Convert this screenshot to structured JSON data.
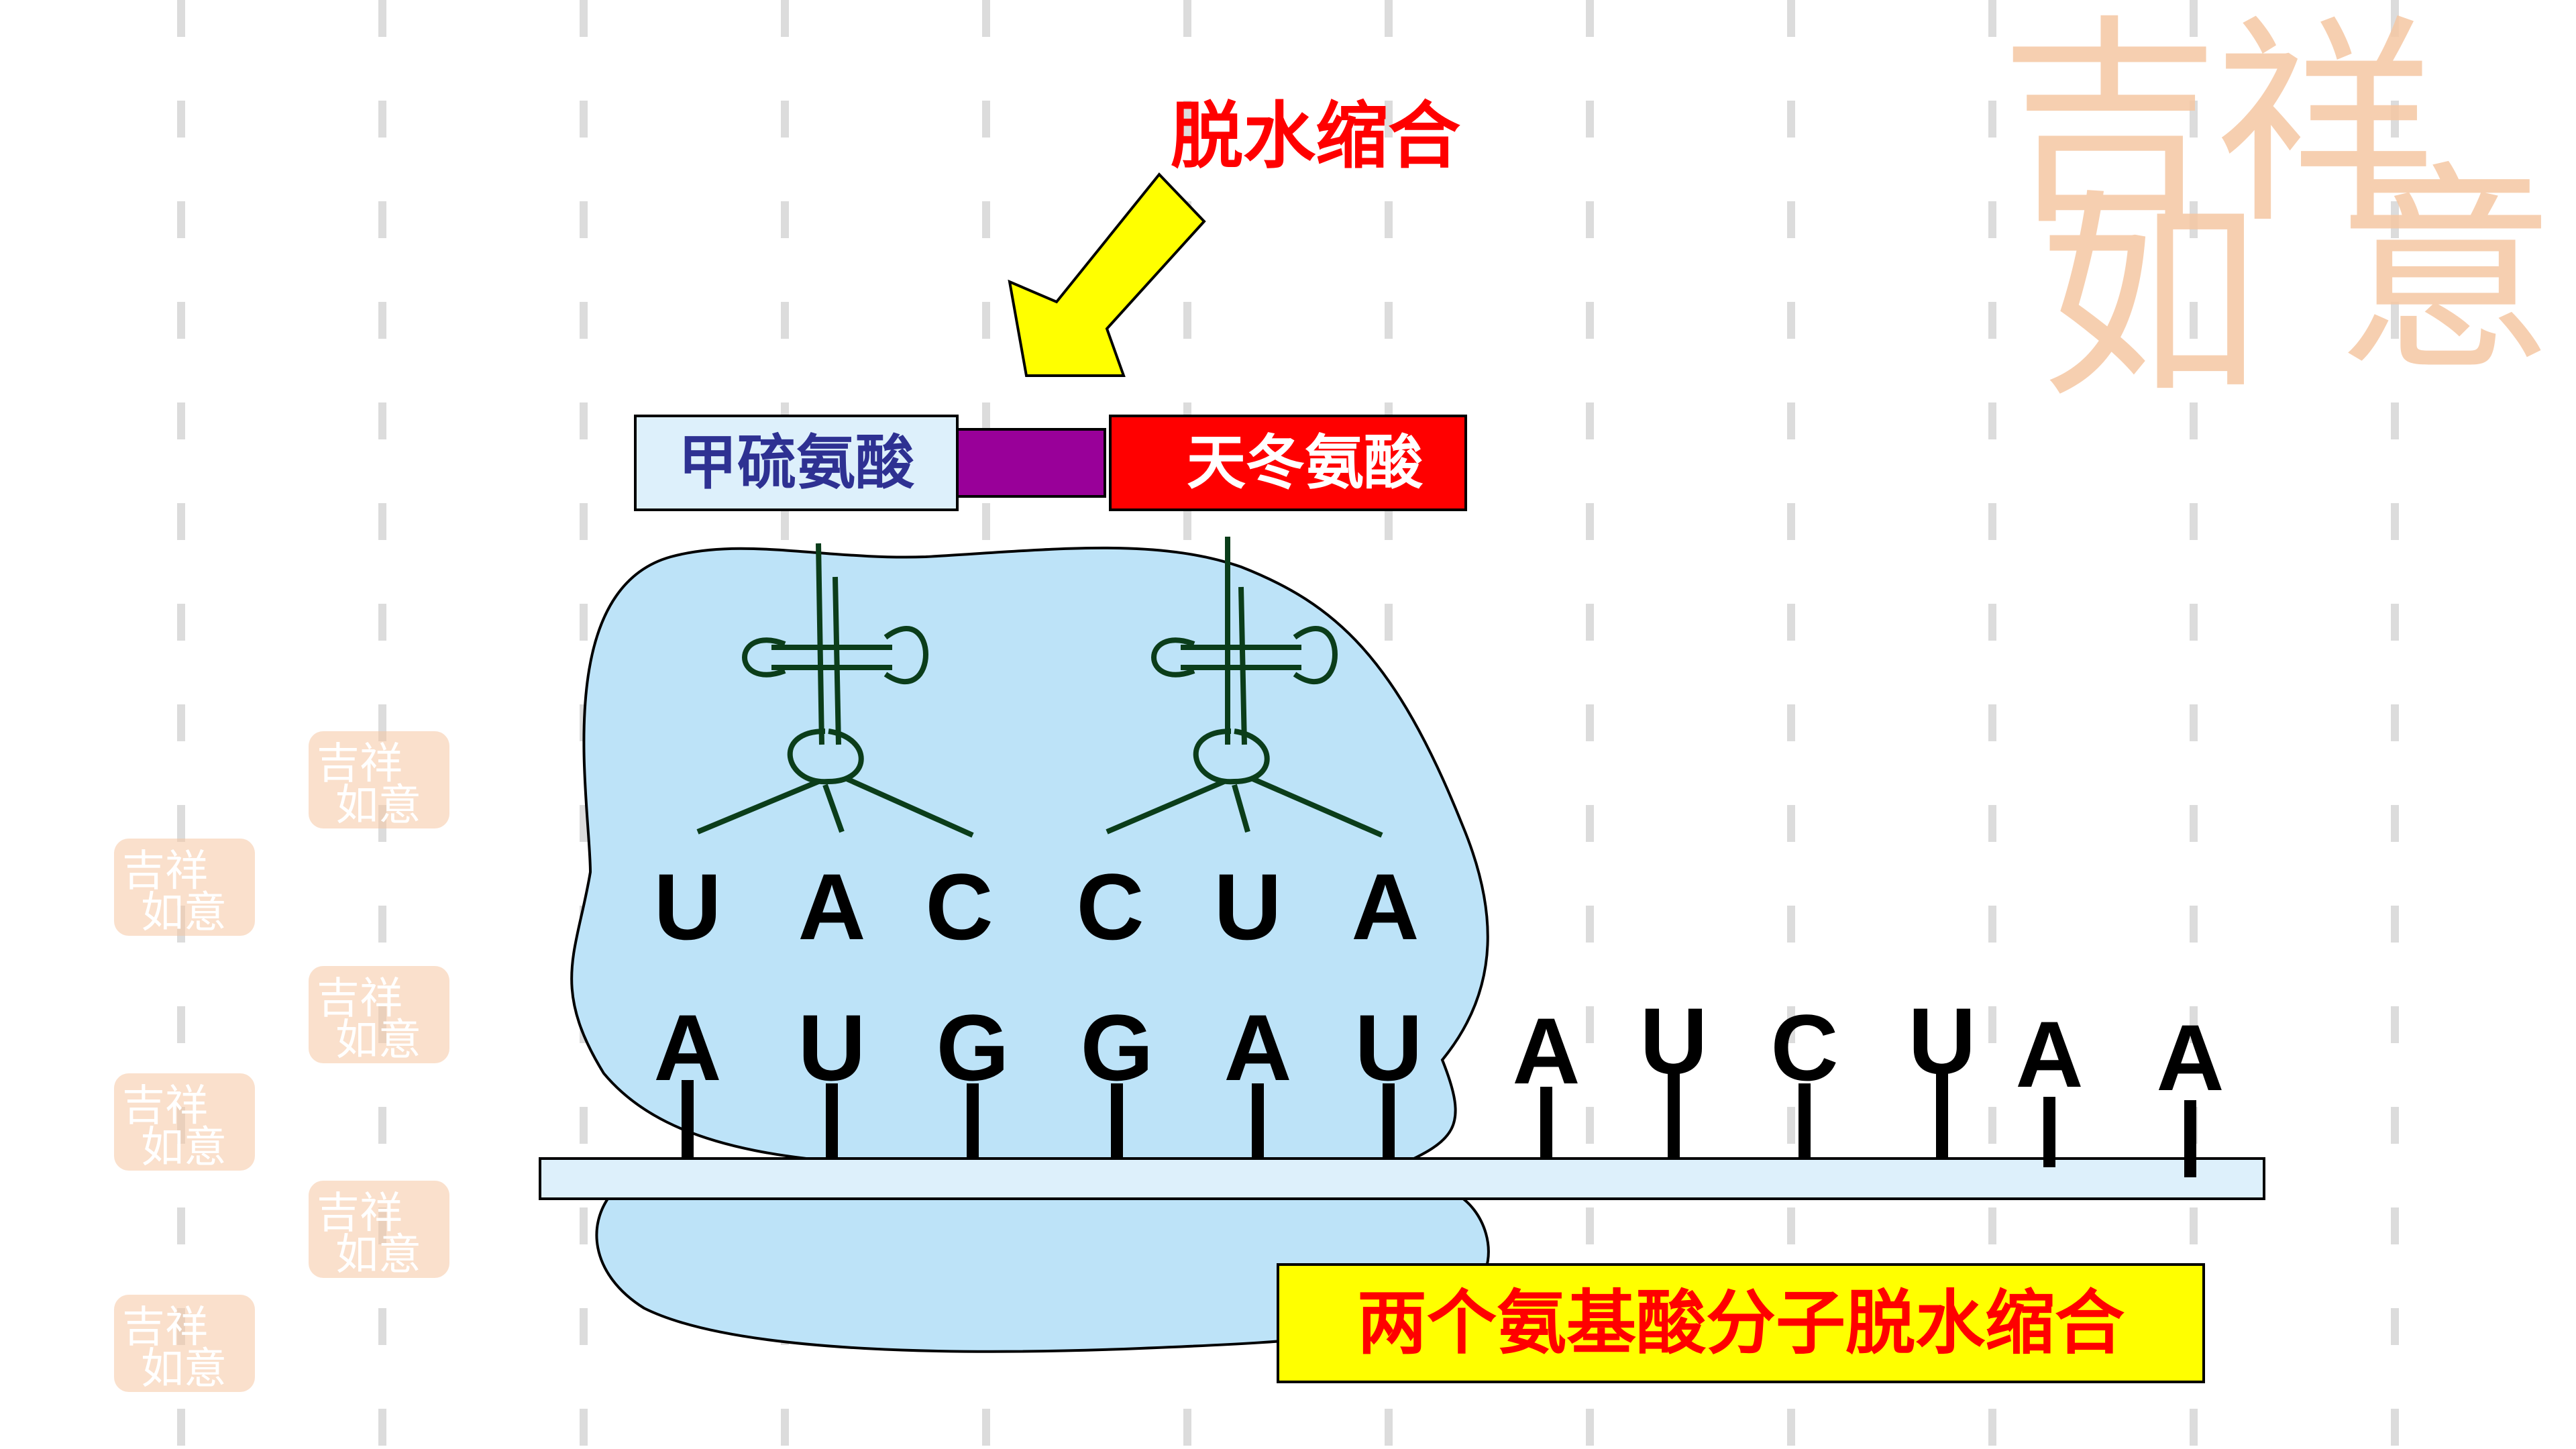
{
  "arrow_label": "脱水缩合",
  "amino_acids": [
    {
      "name": "甲硫氨酸",
      "fill": "#ddf0fb",
      "text_color": "#2e3192"
    },
    {
      "name": "天冬氨酸",
      "fill": "#ff0000",
      "text_color": "#ffffff"
    }
  ],
  "peptide_bond_color": "#990099",
  "arrow_color": "#ffff00",
  "ribosome_color": "#bde3f8",
  "anticodons": [
    "U",
    "A",
    "C",
    "C",
    "U",
    "A"
  ],
  "mrna_bases": [
    "A",
    "U",
    "G",
    "G",
    "A",
    "U",
    "A",
    "U",
    "C",
    "U",
    "A",
    "A"
  ],
  "caption": "两个氨基酸分子脱水缩合",
  "caption_bg": "#ffff00",
  "caption_color": "#ff0000",
  "watermark": {
    "text": [
      "吉",
      "祥",
      "如",
      "意"
    ],
    "color": "#f5c7a3"
  }
}
